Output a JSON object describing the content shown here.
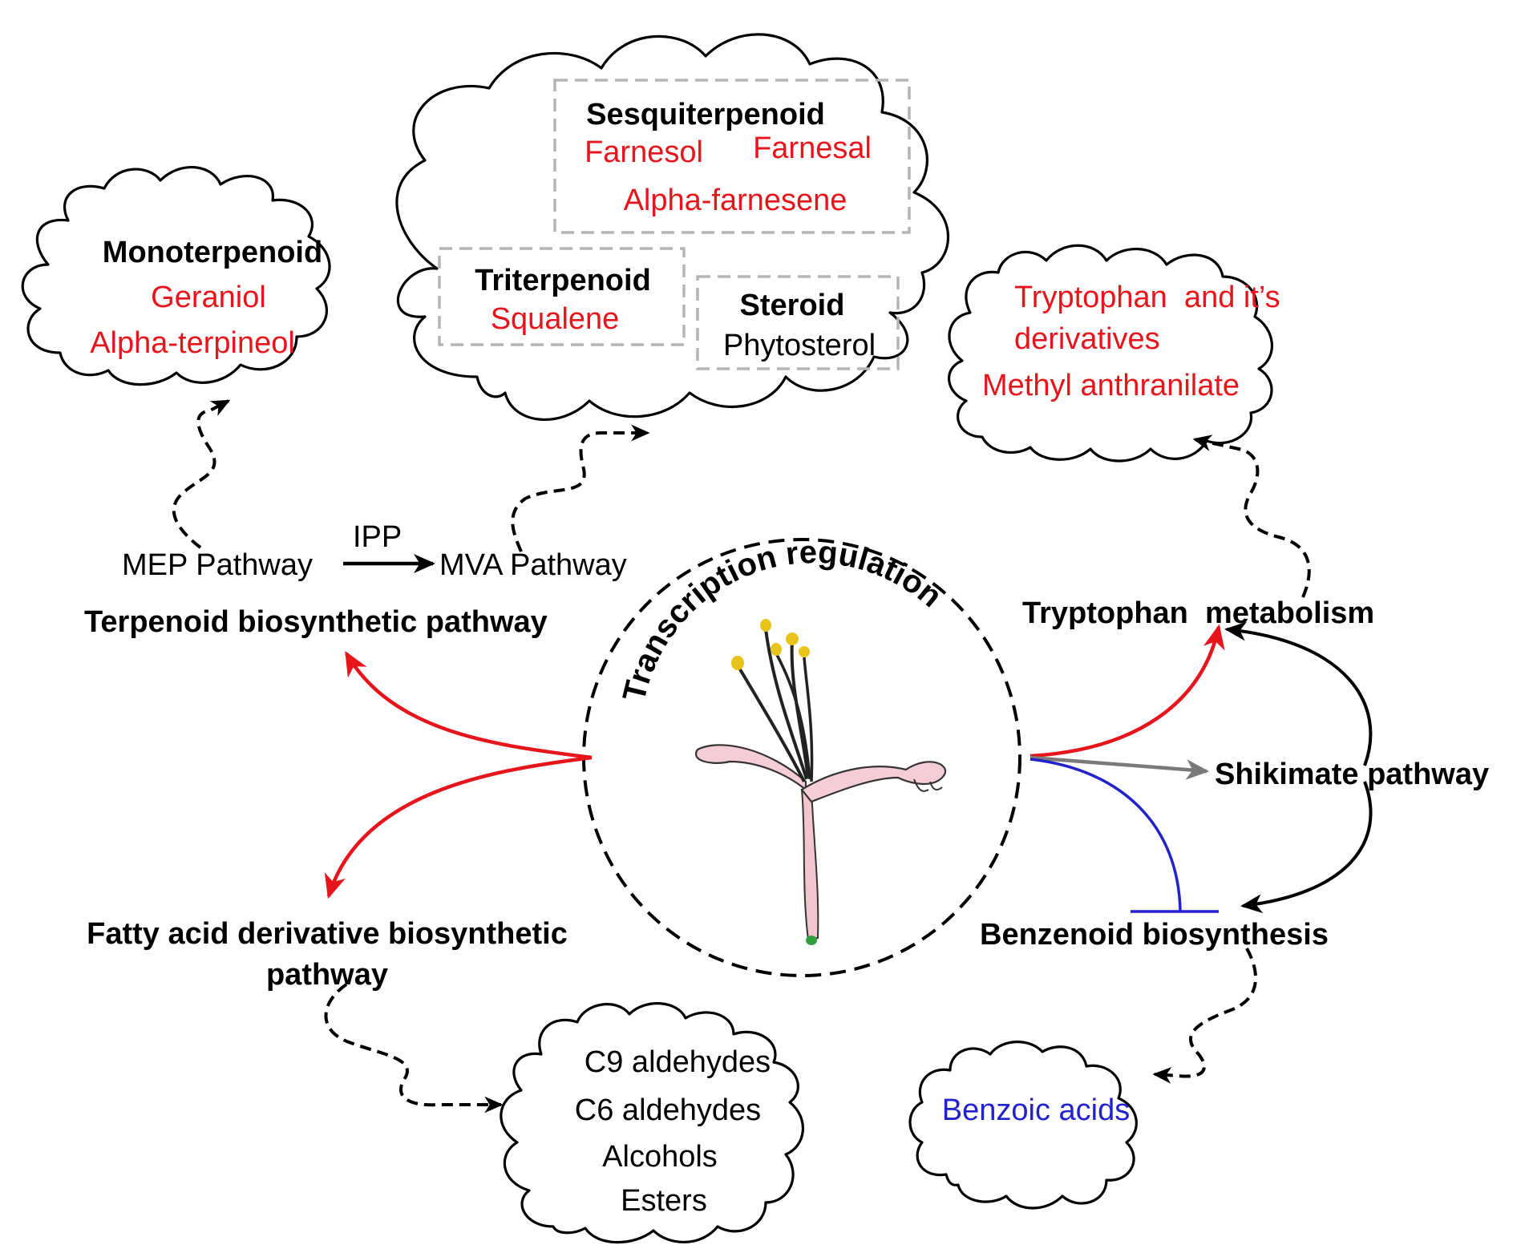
{
  "colors": {
    "red": "#e8141b",
    "blue": "#2222cc",
    "grey": "#7a7a7a",
    "black": "#000000"
  },
  "clouds": {
    "monoterpenoid": {
      "title": "Monoterpenoid",
      "items": [
        "Geraniol",
        "Alpha-terpineol"
      ]
    },
    "sesquiterpenoid": {
      "title": "Sesquiterpenoid",
      "items": [
        "Farnesol",
        "Farnesal",
        "Alpha-farnesene"
      ]
    },
    "triterpenoid": {
      "title": "Triterpenoid",
      "items": [
        "Squalene"
      ]
    },
    "steroid": {
      "title": "Steroid",
      "items": [
        "Phytosterol"
      ]
    },
    "tryptophan": {
      "items": [
        "Tryptophan  and it’s",
        "derivatives",
        "Methyl anthranilate"
      ]
    },
    "fatty": {
      "items": [
        "C9 aldehydes",
        "C6 aldehydes",
        "Alcohols",
        "Esters"
      ]
    },
    "benzoic": {
      "items": [
        "Benzoic acids"
      ]
    }
  },
  "pathways": {
    "mep": "MEP Pathway",
    "ipp": "IPP",
    "mva": "MVA Pathway",
    "terpenoid": "Terpenoid biosynthetic pathway",
    "fatty_line1": "Fatty acid derivative biosynthetic",
    "fatty_line2": "pathway",
    "tryptophan_metabolism": "Tryptophan  metabolism",
    "shikimate": "Shikimate pathway",
    "benzenoid": "Benzenoid biosynthesis"
  },
  "center": {
    "label": "Transcription regulation",
    "icon": "honeysuckle-flower-icon"
  }
}
